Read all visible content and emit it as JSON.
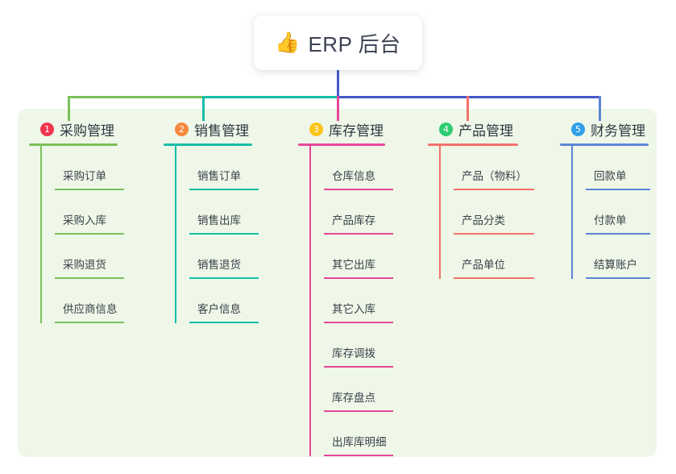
{
  "root": {
    "icon": "thumbs-up-icon",
    "emoji": "👍",
    "title": "ERP 后台"
  },
  "colors": {
    "panel_bg": "#eef7e8",
    "page_bg": "#ffffff",
    "root_stem": "#4558c8",
    "bus_left": "#7cc05a",
    "bus_mid": "#13bfa6",
    "bus_right": "#4558c8",
    "branch1": "#7cc05a",
    "branch2": "#13bfa6",
    "branch3": "#e8469b",
    "branch4": "#f3716b",
    "branch5": "#5b85d6",
    "badge1": "#f0364f",
    "badge2": "#f5883c",
    "badge3": "#fcc419",
    "badge4": "#2ecc71",
    "badge5": "#2f9fe8",
    "text": "#3b4049"
  },
  "branches": [
    {
      "number": "1",
      "label": "采购管理",
      "color": "#7cc05a",
      "badge_color": "#f0364f",
      "leaves": [
        {
          "label": "采购订单"
        },
        {
          "label": "采购入库"
        },
        {
          "label": "采购退货"
        },
        {
          "label": "供应商信息"
        }
      ]
    },
    {
      "number": "2",
      "label": "销售管理",
      "color": "#13bfa6",
      "badge_color": "#f5883c",
      "leaves": [
        {
          "label": "销售订单"
        },
        {
          "label": "销售出库"
        },
        {
          "label": "销售退货"
        },
        {
          "label": "客户信息"
        }
      ]
    },
    {
      "number": "3",
      "label": "库存管理",
      "color": "#e8469b",
      "badge_color": "#fcc419",
      "leaves": [
        {
          "label": "仓库信息"
        },
        {
          "label": "产品库存"
        },
        {
          "label": "其它出库"
        },
        {
          "label": "其它入库"
        },
        {
          "label": "库存调拨"
        },
        {
          "label": "库存盘点"
        },
        {
          "label": "出库库明细"
        }
      ]
    },
    {
      "number": "4",
      "label": "产品管理",
      "color": "#f3716b",
      "badge_color": "#2ecc71",
      "leaves": [
        {
          "label": "产品（物料）"
        },
        {
          "label": "产品分类"
        },
        {
          "label": "产品单位"
        }
      ]
    },
    {
      "number": "5",
      "label": "财务管理",
      "color": "#5b85d6",
      "badge_color": "#2f9fe8",
      "leaves": [
        {
          "label": "回款单"
        },
        {
          "label": "付款单"
        },
        {
          "label": "结算账户"
        }
      ]
    }
  ]
}
